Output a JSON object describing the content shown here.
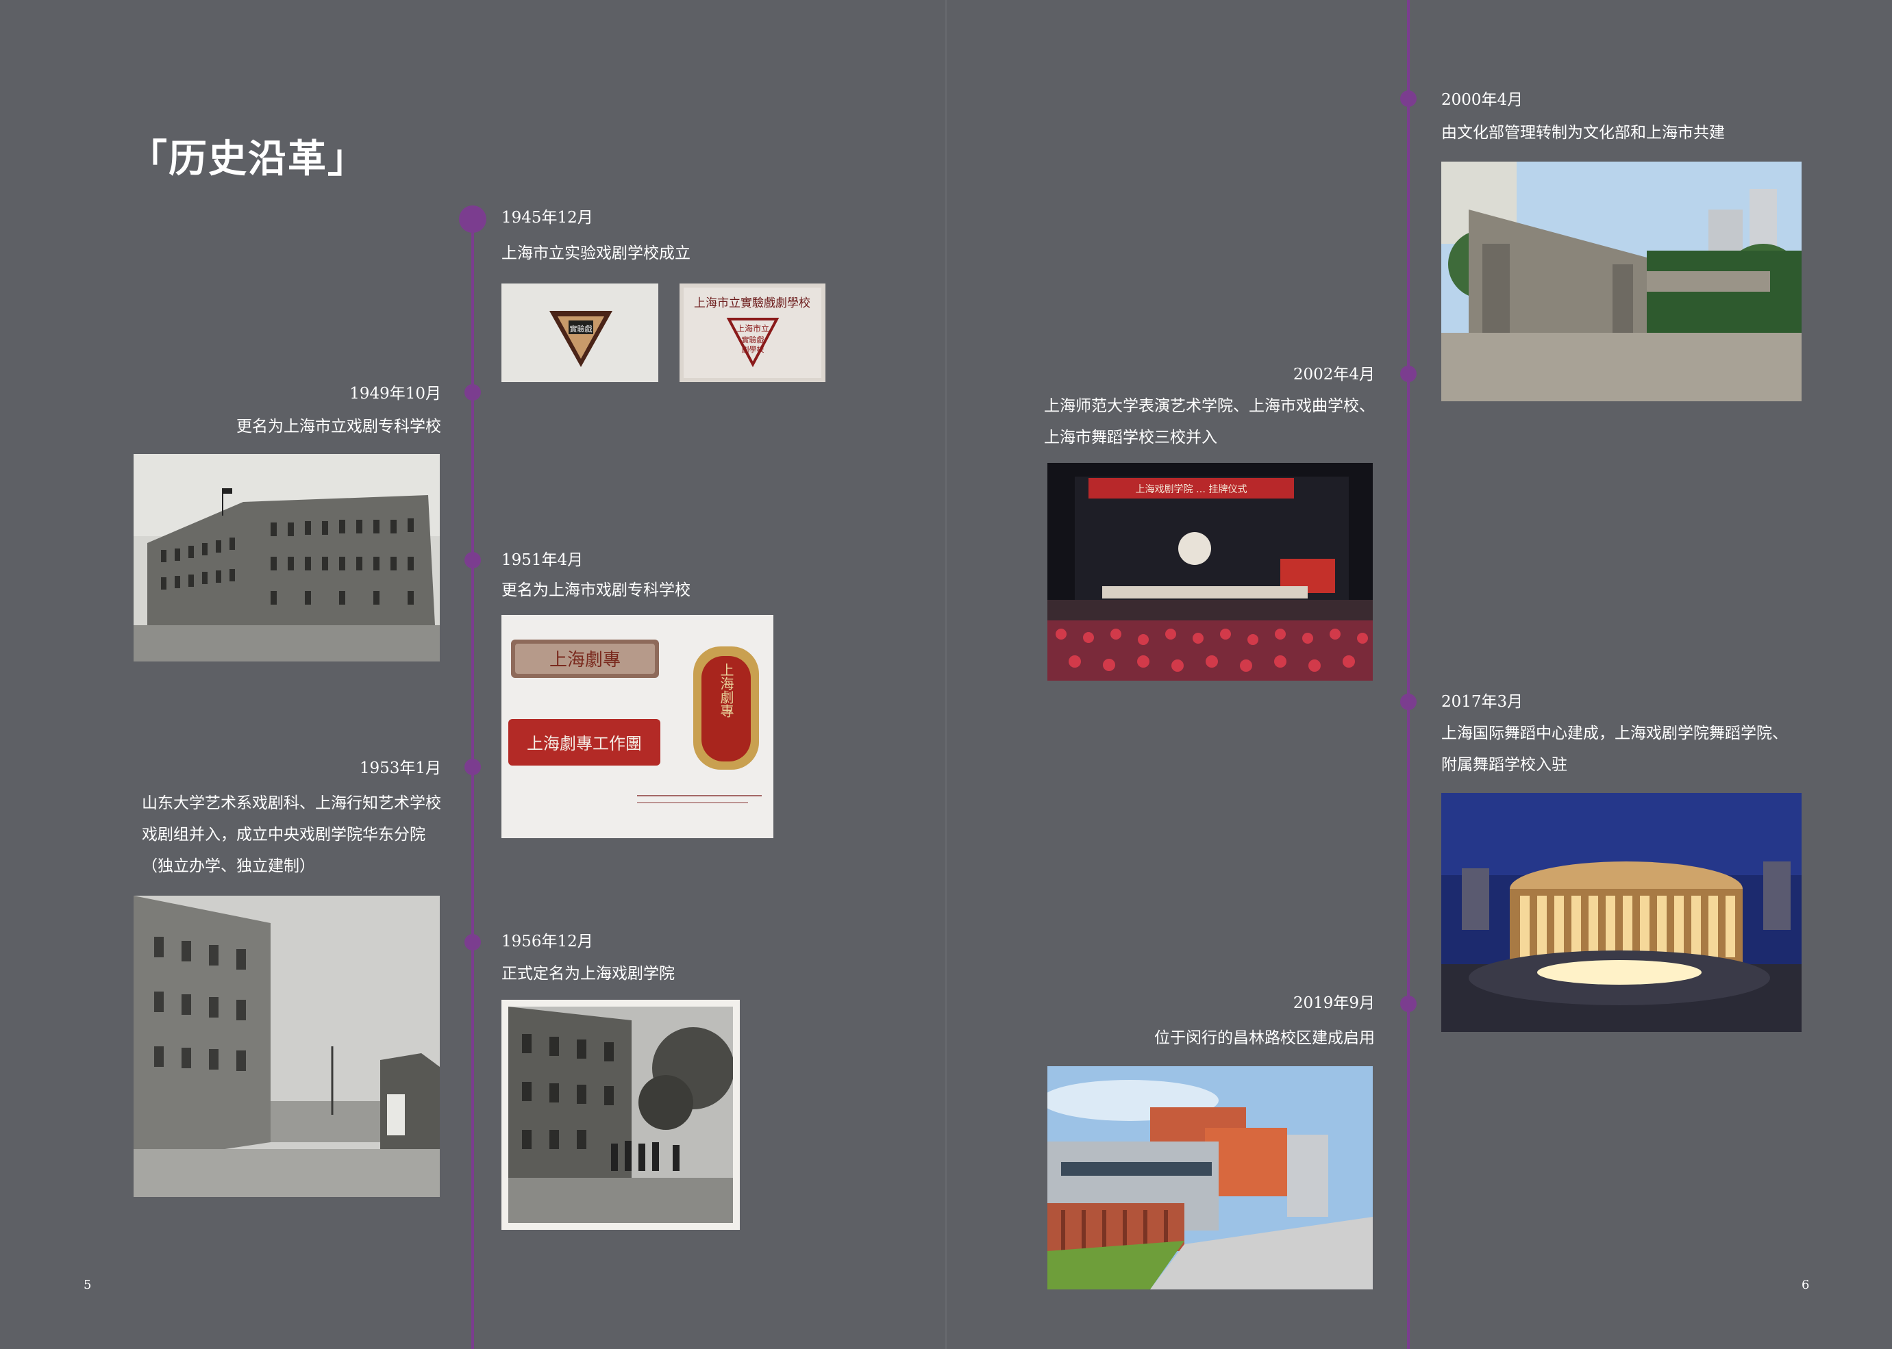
{
  "page_title": "「历史沿革」",
  "page_numbers": {
    "left": "5",
    "right": "6"
  },
  "accent_color": "#7b3d8f",
  "events": [
    {
      "date": "1945年12月",
      "desc": "上海市立实验戏剧学校成立"
    },
    {
      "date": "1949年10月",
      "desc": "更名为上海市立戏剧专科学校"
    },
    {
      "date": "1951年4月",
      "desc": "更名为上海市戏剧专科学校"
    },
    {
      "date": "1953年1月",
      "desc_lines": [
        "山东大学艺术系戏剧科、上海行知艺术学校",
        "戏剧组并入，成立中央戏剧学院华东分院",
        "（独立办学、独立建制）"
      ]
    },
    {
      "date": "1956年12月",
      "desc": "正式定名为上海戏剧学院"
    },
    {
      "date": "2000年4月",
      "desc": "由文化部管理转制为文化部和上海市共建"
    },
    {
      "date": "2002年4月",
      "desc_lines": [
        "上海师范大学表演艺术学院、上海市戏曲学校、",
        "上海市舞蹈学校三校并入"
      ]
    },
    {
      "date": "2017年3月",
      "desc_lines": [
        "上海国际舞蹈中心建成，上海戏剧学院舞蹈学院、",
        "附属舞蹈学校入驻"
      ]
    },
    {
      "date": "2019年9月",
      "desc": "位于闵行的昌林路校区建成启用"
    }
  ],
  "photo_texts": {
    "badge_label": "上海市立實驗戲劇學校",
    "badge_top": "上海市立",
    "badge_mid": "實驗戲",
    "badge_bottom": "劇學校",
    "plate_top": "上海劇專",
    "plate_bottom": "上海劇專工作團",
    "badge_vertical": "上海劇專",
    "banner": "上海戏剧学院 … 挂牌仪式"
  }
}
